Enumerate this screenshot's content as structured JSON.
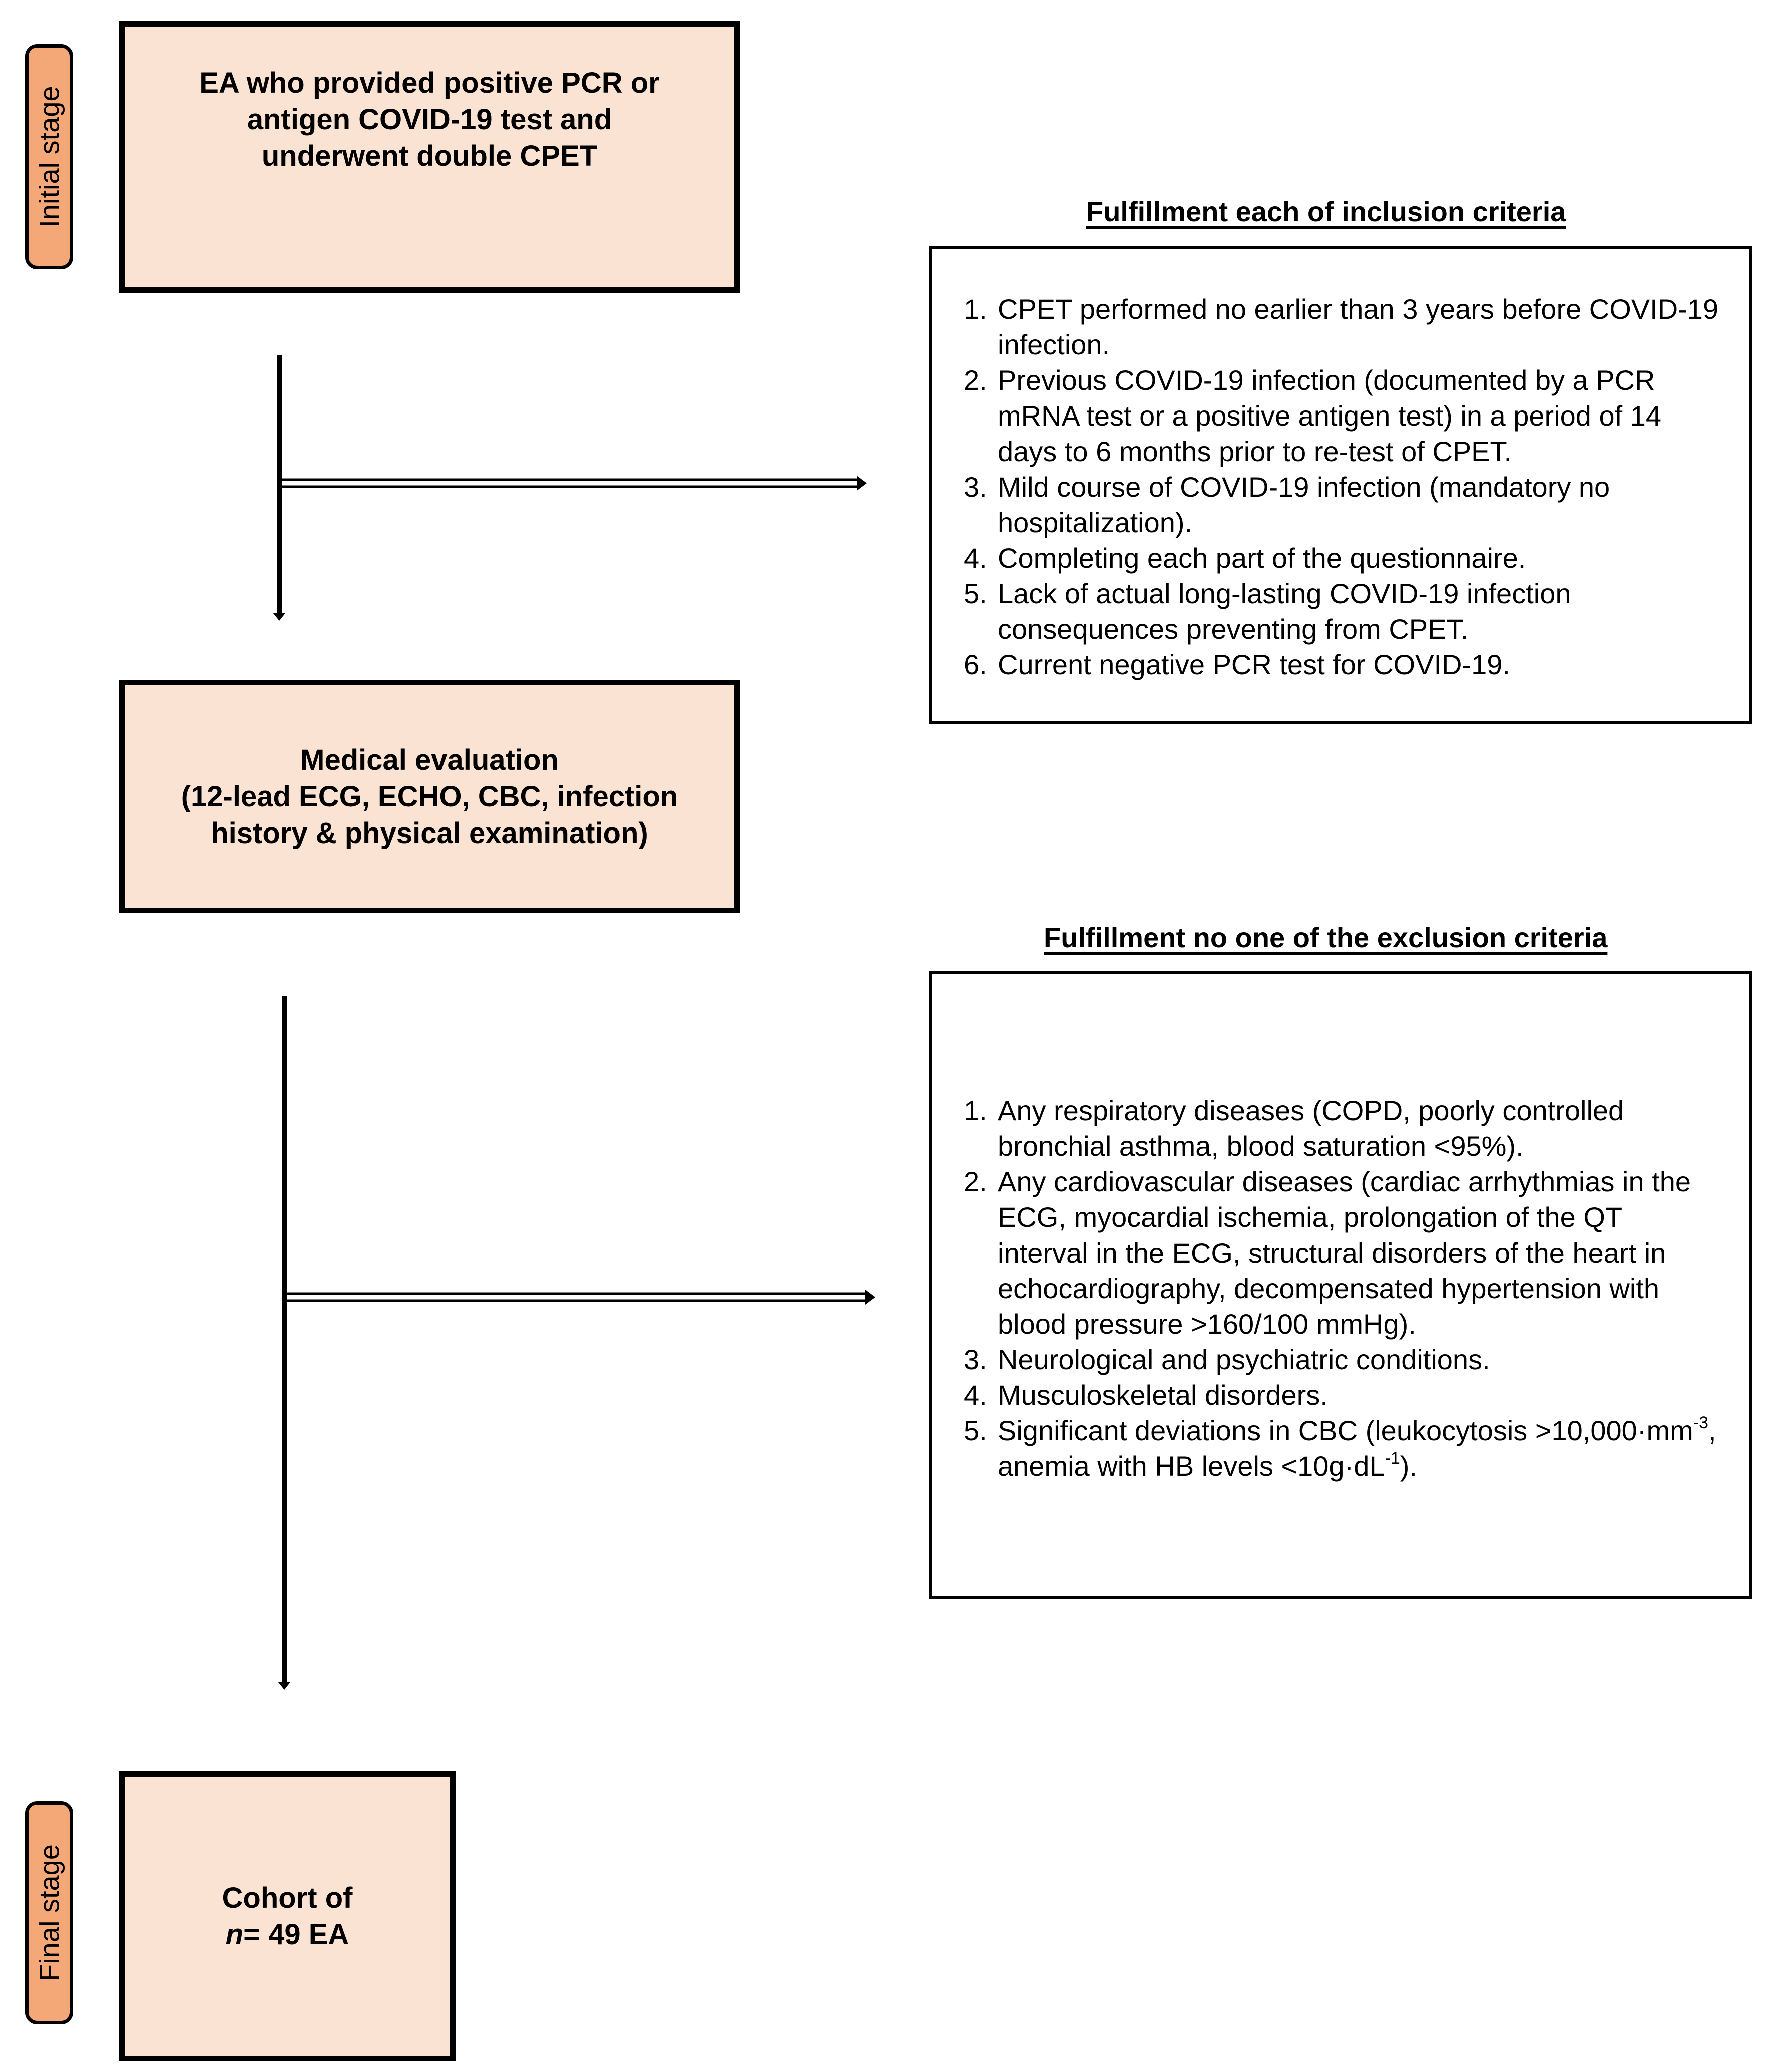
{
  "stages": {
    "initial": "Initial stage",
    "final": "Final stage"
  },
  "boxes": {
    "initial": [
      "EA who provided positive PCR or",
      "antigen COVID-19 test and",
      "underwent double CPET"
    ],
    "medical": [
      "Medical evaluation",
      "(12-lead ECG, ECHO, CBC, infection",
      "history & physical examination)"
    ],
    "cohort_line1": "Cohort of",
    "cohort_n": "n",
    "cohort_rest": "= 49 EA"
  },
  "inclusion": {
    "title": "Fulfillment each of inclusion criteria",
    "items": [
      {
        "num": "1.",
        "text": "CPET performed no earlier than 3 years before COVID-19 infection."
      },
      {
        "num": "2.",
        "text": "Previous COVID-19 infection (documented by a PCR mRNA test or a positive antigen test) in a period of 14 days to 6 months prior to re-test of CPET."
      },
      {
        "num": "3.",
        "text": "Mild course of COVID-19 infection (mandatory no hospitalization)."
      },
      {
        "num": "4.",
        "text": "Completing each part of the questionnaire."
      },
      {
        "num": "5.",
        "text": "Lack of actual long-lasting COVID-19 infection consequences preventing from CPET."
      },
      {
        "num": "6.",
        "text": "Current negative PCR test for COVID-19."
      }
    ]
  },
  "exclusion": {
    "title": "Fulfillment no one of the exclusion criteria",
    "items": [
      {
        "num": "1.",
        "text": "Any respiratory diseases (COPD, poorly controlled bronchial asthma, blood saturation <95%)."
      },
      {
        "num": "2.",
        "text": "Any cardiovascular diseases (cardiac arrhythmias in the ECG, myocardial ischemia, prolongation of the QT interval in the ECG, structural disorders of the heart in echocardiography, decompensated hypertension with blood pressure >160/100 mmHg)."
      },
      {
        "num": "3.",
        "text": "Neurological and psychiatric conditions."
      },
      {
        "num": "4.",
        "text": "Musculoskeletal disorders."
      }
    ],
    "item5": {
      "num": "5.",
      "part1": "Significant deviations in CBC (leukocytosis >10,000·mm",
      "sup1": "-3",
      "part2": ", anemia with HB levels <10g·dL",
      "sup2": "-1",
      "part3": ")."
    }
  }
}
